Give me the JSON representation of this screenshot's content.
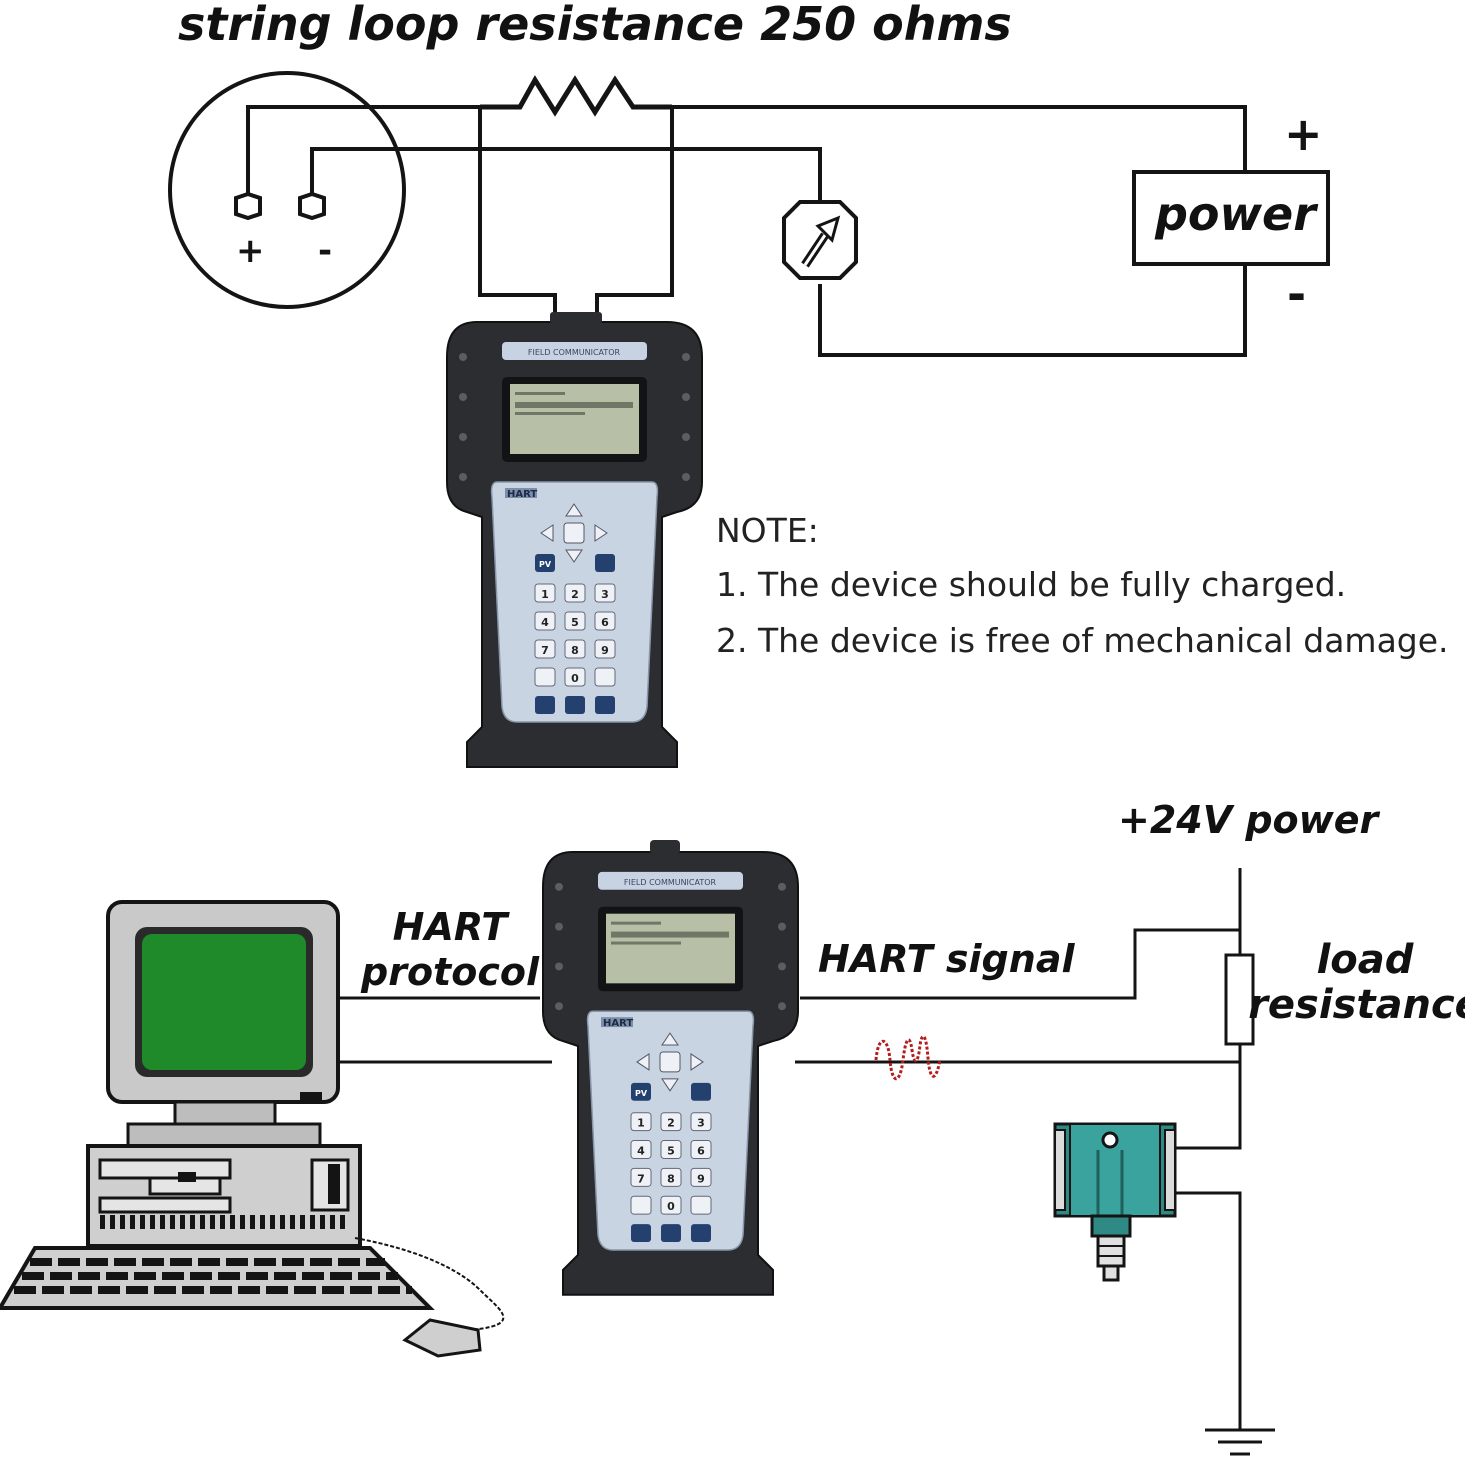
{
  "top_diagram": {
    "title": "string loop resistance 250 ohms",
    "terminal_plus": "+",
    "terminal_minus": "-",
    "supply_label": "power",
    "supply_plus": "+",
    "supply_minus": "-"
  },
  "field_communicator": {
    "label": "FIELD COMMUNICATOR",
    "brand": "HART",
    "keys": {
      "pv": "PV",
      "row1": [
        "1",
        "2",
        "3"
      ],
      "row2": [
        "4",
        "5",
        "6"
      ],
      "row3": [
        "7",
        "8",
        "9"
      ],
      "row4": [
        "",
        "0",
        ""
      ]
    }
  },
  "notes": {
    "heading": "NOTE:",
    "items": [
      "1. The device should be fully charged.",
      "2. The device is free of mechanical damage."
    ]
  },
  "bottom_diagram": {
    "protocol_label_line1": "HART",
    "protocol_label_line2": "protocol",
    "signal_label": "HART signal",
    "power_label": "+24V power",
    "load_label_line1": "load",
    "load_label_line2": "resistance"
  },
  "colors": {
    "line": "#141414",
    "device_body": "#2b2d30",
    "device_screen": "#b7bfa6",
    "keypad_panel": "#c9d4e2",
    "computer_screen": "#1f8a2a",
    "transmitter": "#2f8a86",
    "signal_wave": "#b51d1d"
  }
}
